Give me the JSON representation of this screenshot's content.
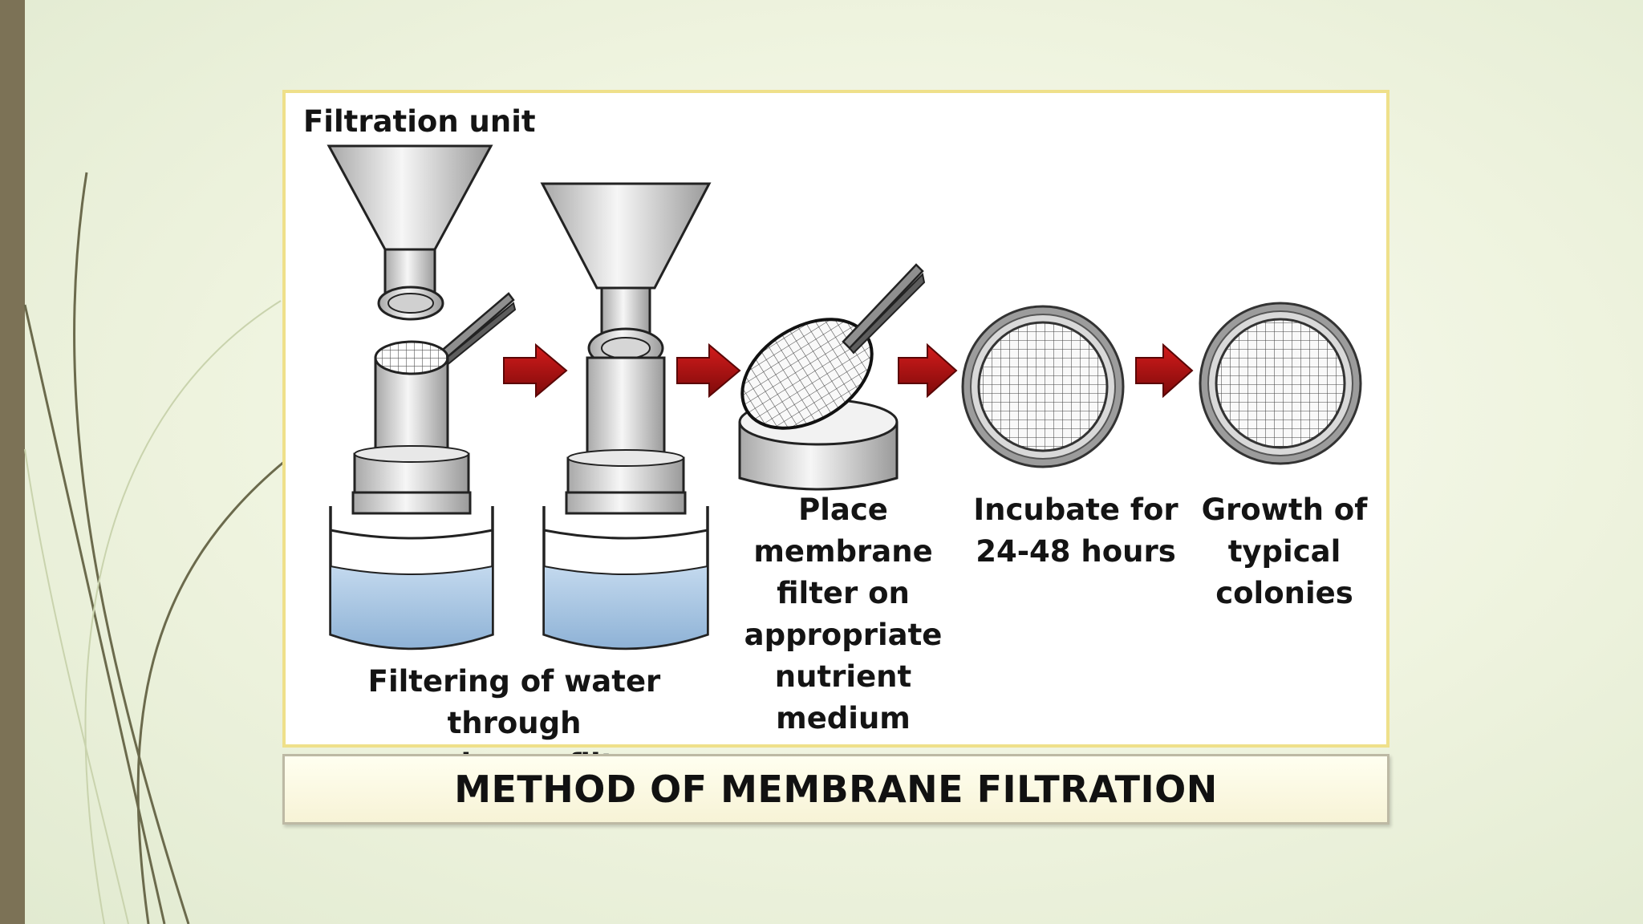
{
  "figure": {
    "labels": {
      "filtration_unit": "Filtration unit",
      "filtering": "Filtering of water through\nmembrane filter",
      "place_membrane": "Place membrane\nfilter on\nappropriate\nnutrient medium",
      "incubate": "Incubate for\n24-48 hours",
      "growth": "Growth of\ntypical\ncolonies"
    },
    "caption": "METHOD OF MEMBRANE FILTRATION"
  },
  "colors": {
    "slide_bar": "#7c7256",
    "red_tab": "#a83317",
    "arrow_red": "#b31313",
    "figure_border": "#efe08a",
    "water_blue": "#a9c6e0"
  },
  "icons": [
    "funnel-icon",
    "membrane-filter-icon",
    "forceps-icon",
    "flask-icon",
    "arrow-right-icon",
    "petri-dish-icon"
  ]
}
